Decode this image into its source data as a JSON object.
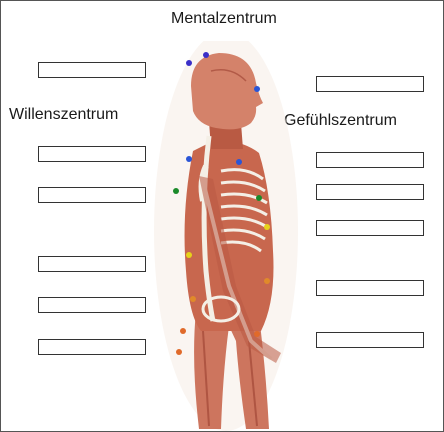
{
  "labels": {
    "top": "Mentalzentrum",
    "left": "Willenszentrum",
    "right": "Gefühlszentrum"
  },
  "answer_boxes": {
    "left_count": 6,
    "right_count": 6,
    "values": [
      "",
      "",
      "",
      "",
      "",
      "",
      "",
      "",
      "",
      "",
      "",
      ""
    ]
  },
  "figure": {
    "icon": "anatomy-figure-side-view",
    "muscle_color": "#c8674e",
    "bone_color": "#f4efe6",
    "center_dot_colors": [
      "#3a2fc8",
      "#3a2fc8",
      "#2a55d6",
      "#1a8a2a",
      "#1a8a2a",
      "#e6d21a",
      "#e08a2a",
      "#e06a2a",
      "#e06a2a",
      "#e06a2a"
    ]
  }
}
